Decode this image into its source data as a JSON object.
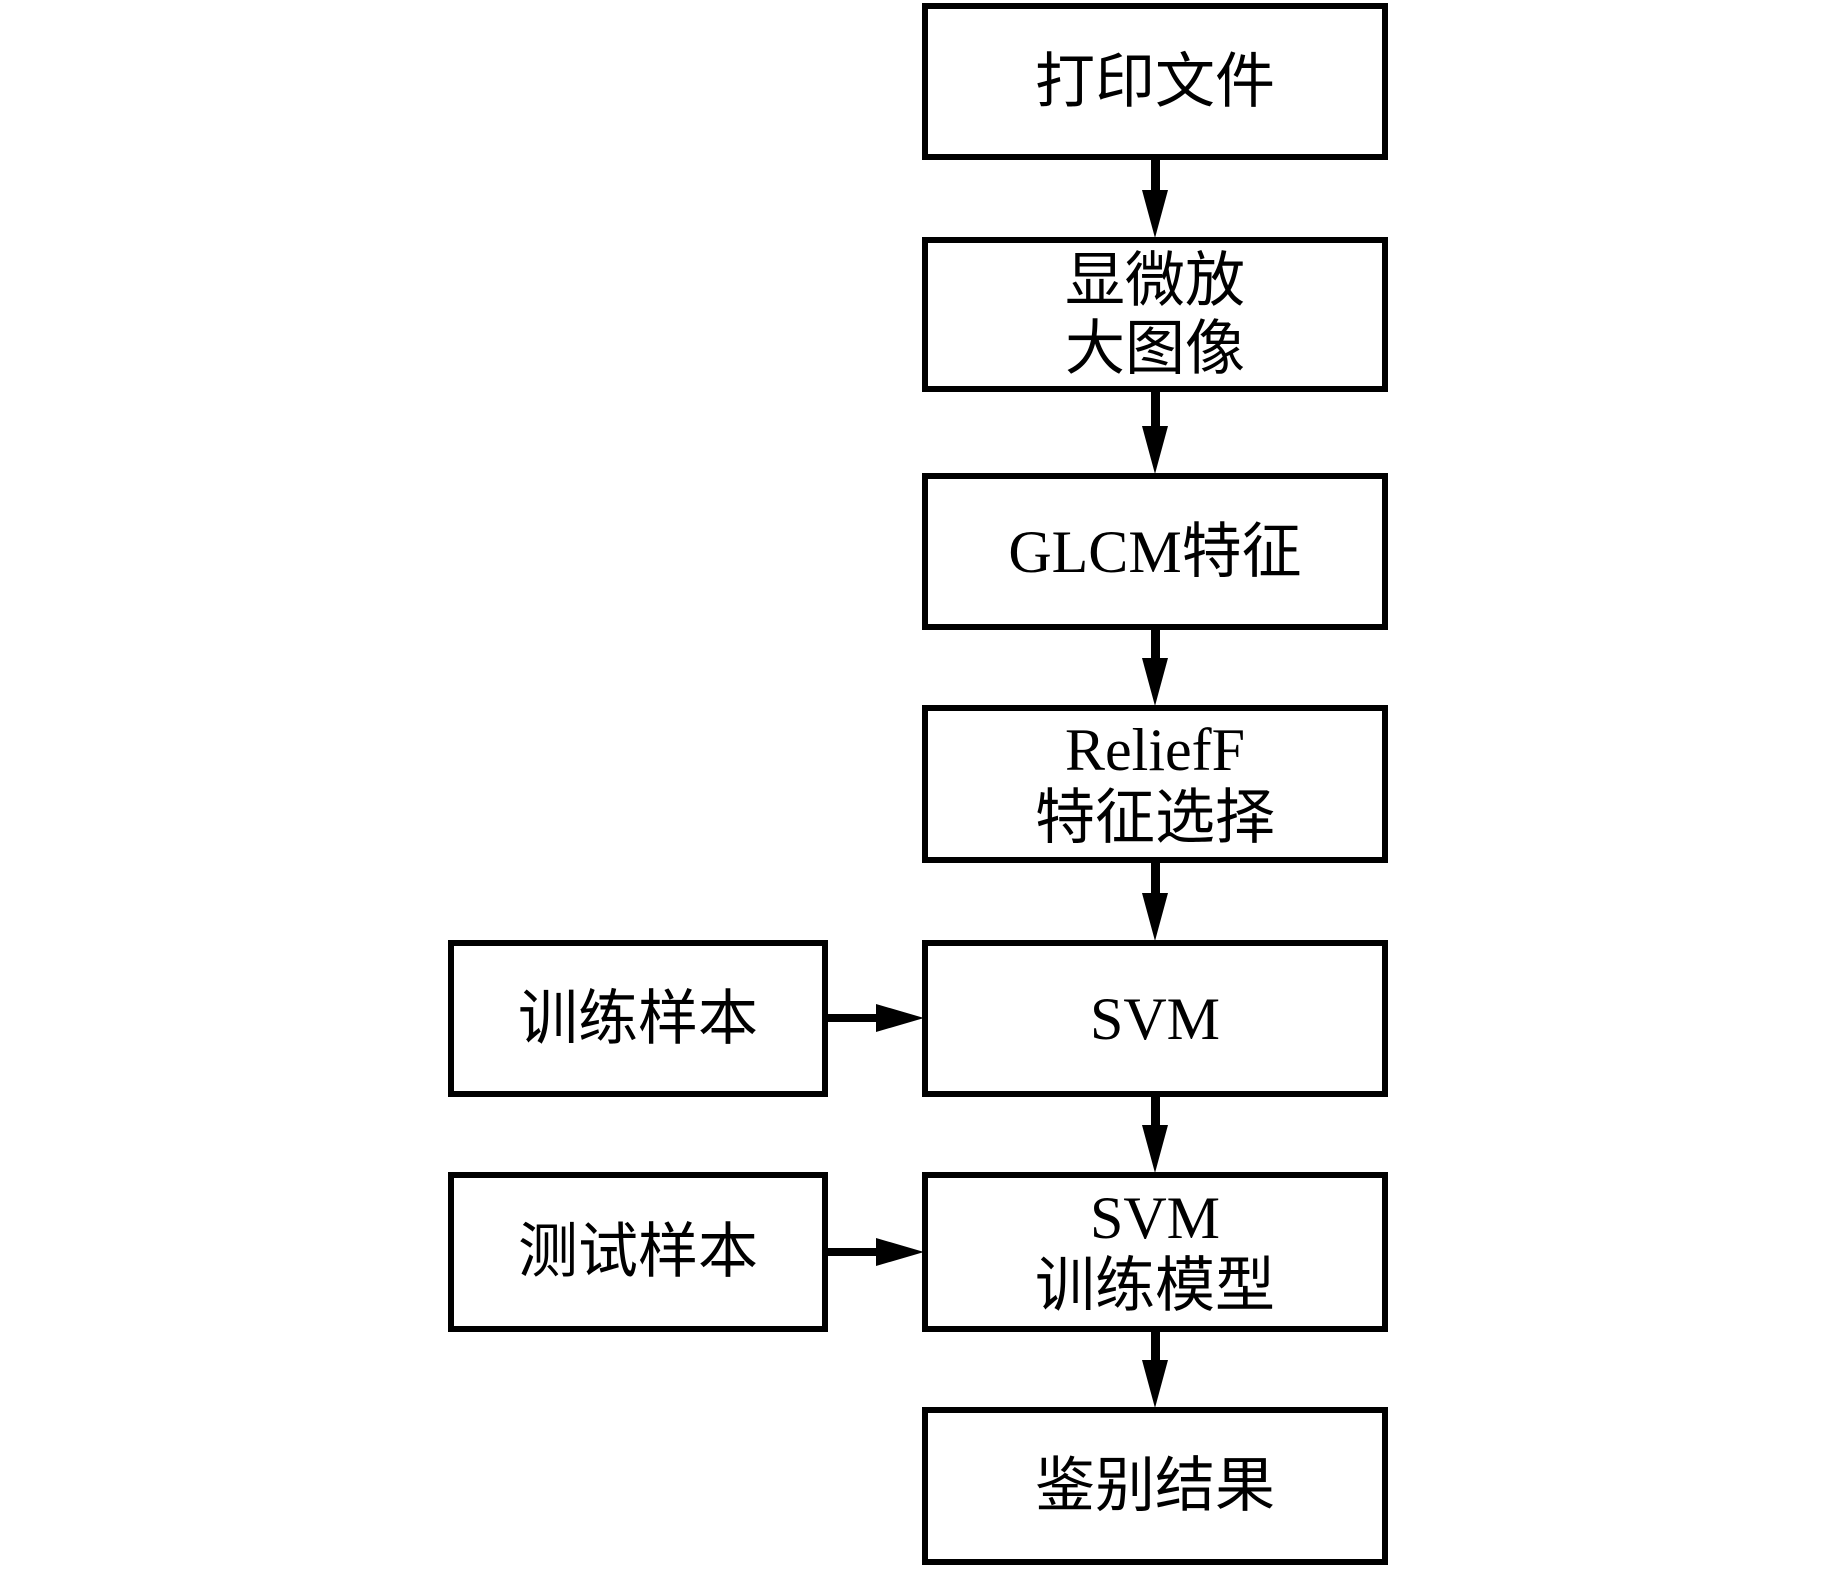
{
  "diagram": {
    "type": "flowchart",
    "direction": "top-down",
    "colors": {
      "background": "#ffffff",
      "box_border": "#000000",
      "box_fill": "#ffffff",
      "text": "#000000",
      "arrow": "#000000"
    },
    "nodes": {
      "print_document": {
        "label": "打印文件"
      },
      "microscopic_magnified_image": {
        "label": "显微放\n大图像"
      },
      "glcm_features": {
        "label": "GLCM特征"
      },
      "relieff_feature_selection": {
        "label": "ReliefF\n特征选择"
      },
      "svm": {
        "label": "SVM"
      },
      "training_samples": {
        "label": "训练样本"
      },
      "svm_trained_model": {
        "label": "SVM\n训练模型"
      },
      "test_samples": {
        "label": "测试样本"
      },
      "identification_result": {
        "label": "鉴别结果"
      }
    },
    "edges": [
      {
        "from": "print_document",
        "to": "microscopic_magnified_image",
        "style": "arrow-down"
      },
      {
        "from": "microscopic_magnified_image",
        "to": "glcm_features",
        "style": "arrow-down"
      },
      {
        "from": "glcm_features",
        "to": "relieff_feature_selection",
        "style": "arrow-down"
      },
      {
        "from": "relieff_feature_selection",
        "to": "svm",
        "style": "arrow-down"
      },
      {
        "from": "training_samples",
        "to": "svm",
        "style": "arrow-right"
      },
      {
        "from": "svm",
        "to": "svm_trained_model",
        "style": "arrow-down"
      },
      {
        "from": "test_samples",
        "to": "svm_trained_model",
        "style": "arrow-right"
      },
      {
        "from": "svm_trained_model",
        "to": "identification_result",
        "style": "arrow-down"
      }
    ]
  }
}
